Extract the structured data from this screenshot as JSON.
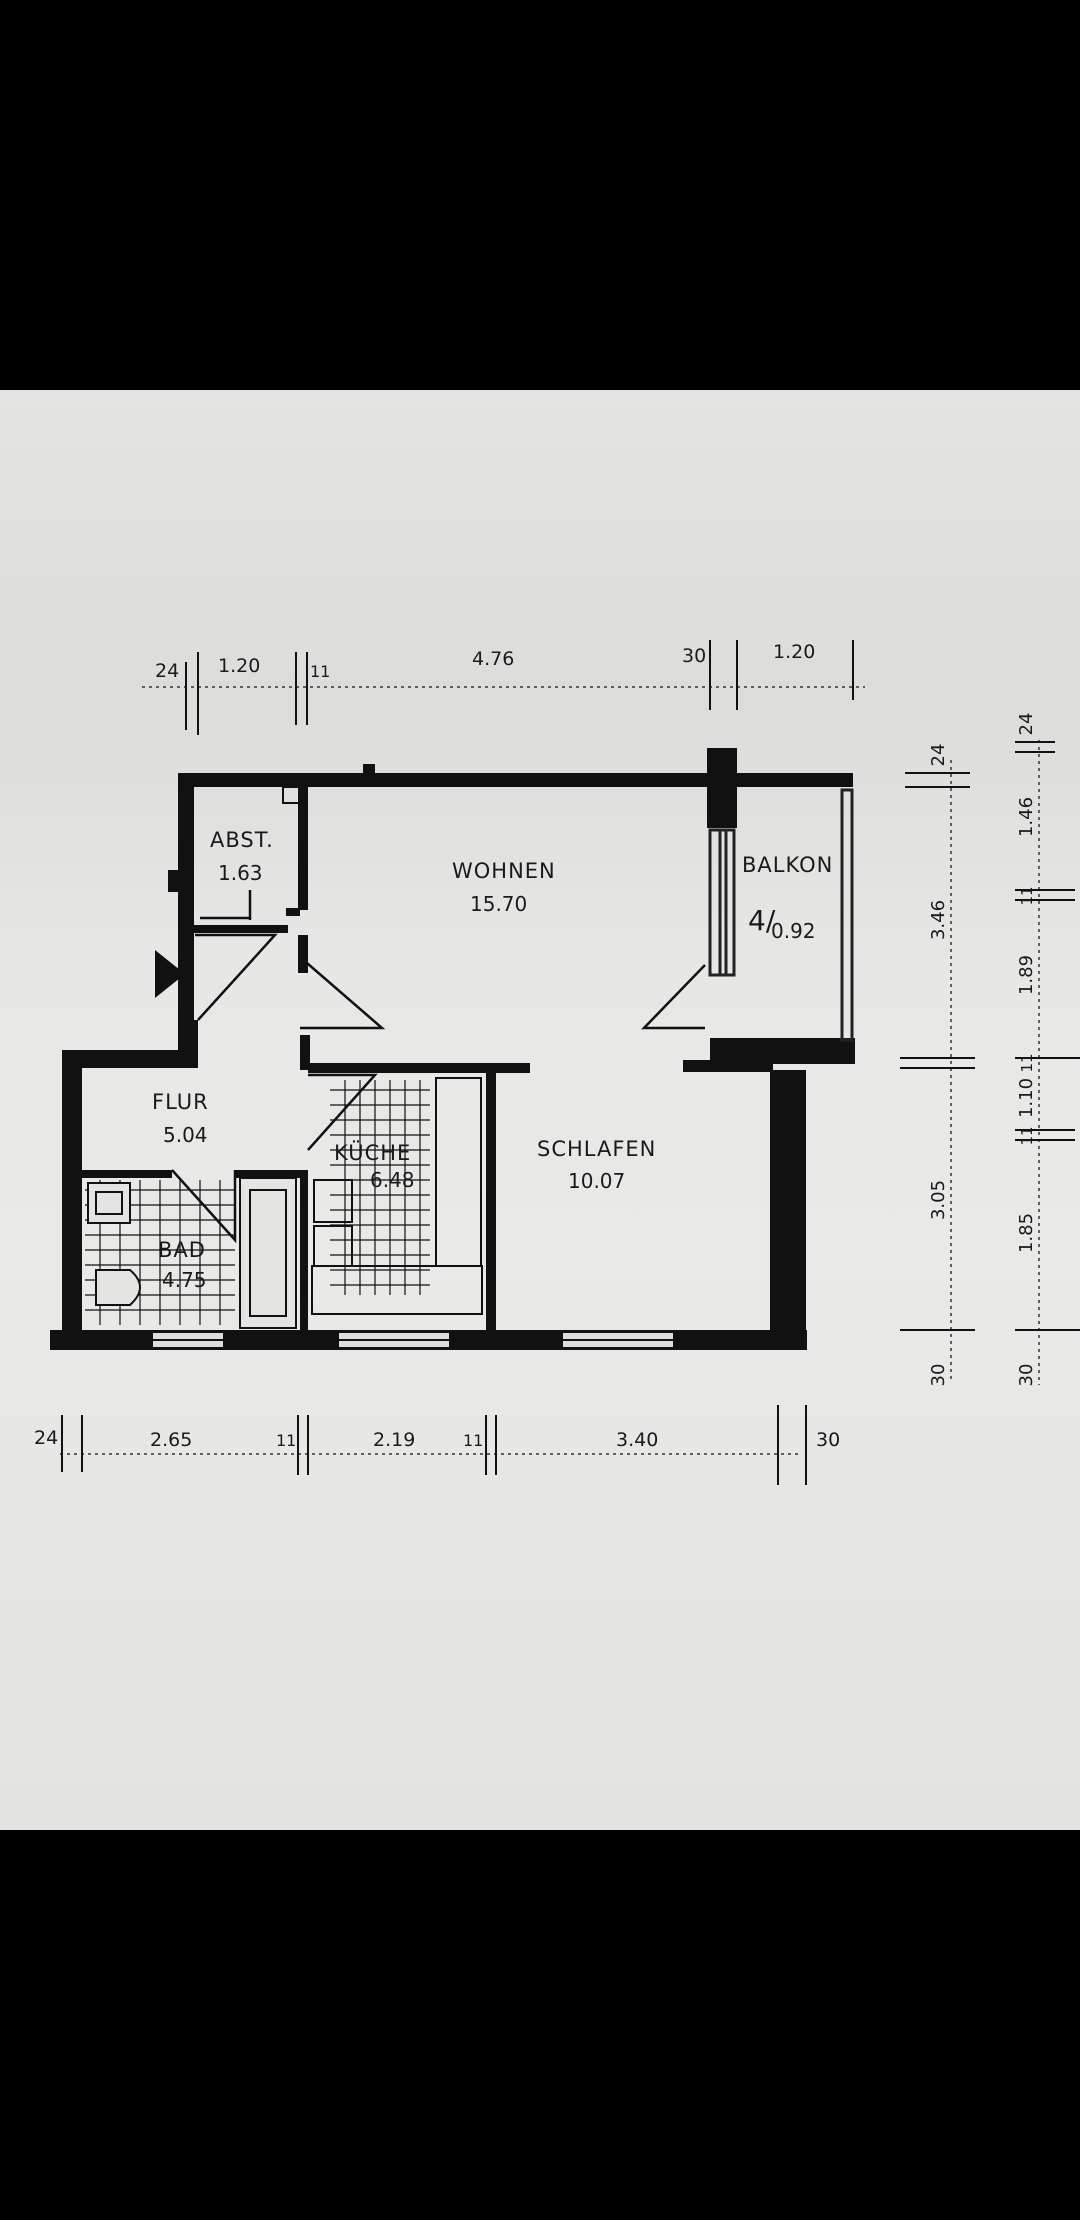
{
  "rooms": {
    "abst": {
      "name": "ABST.",
      "area": "1.63"
    },
    "wohnen": {
      "name": "WOHNEN",
      "area": "15.70"
    },
    "balkon": {
      "name": "BALKON",
      "prefix": "4/",
      "area": "0.92"
    },
    "flur": {
      "name": "FLUR",
      "area": "5.04"
    },
    "kueche": {
      "name": "KÜCHE",
      "area": "6.48"
    },
    "schlafen": {
      "name": "SCHLAFEN",
      "area": "10.07"
    },
    "bad": {
      "name": "BAD",
      "area": "4.75"
    }
  },
  "dimensions": {
    "top": [
      "24",
      "1.20",
      "11",
      "4.76",
      "30",
      "1.20"
    ],
    "bottom": [
      "24",
      "2.65",
      "11",
      "2.19",
      "11",
      "3.40",
      "30"
    ],
    "right_inner": [
      "24",
      "3.46",
      "3.05",
      "30"
    ],
    "right_outer": [
      "24",
      "1.46",
      "11",
      "1.89",
      "11",
      "1.10",
      "11",
      "1.85",
      "30"
    ]
  },
  "colors": {
    "paper": "#e4e4e2",
    "ink": "#111111"
  }
}
